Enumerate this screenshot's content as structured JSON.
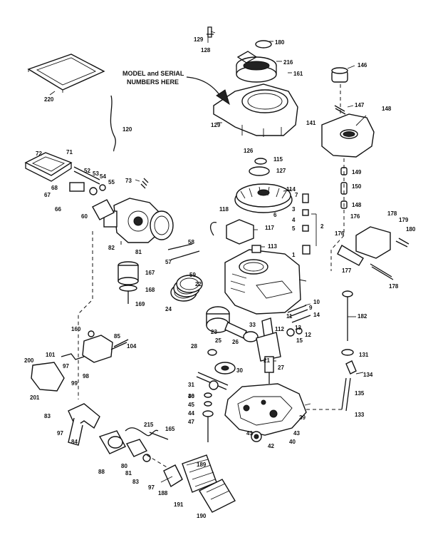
{
  "note": {
    "line1": "MODEL and SERIAL",
    "line2": "NUMBERS HERE"
  },
  "labels": [
    "129",
    "128",
    "180",
    "216",
    "161",
    "146",
    "220",
    "147",
    "148",
    "141",
    "120",
    "126",
    "129",
    "115",
    "72",
    "71",
    "127",
    "52",
    "53",
    "54",
    "55",
    "73",
    "114",
    "68",
    "67",
    "66",
    "60",
    "6",
    "118",
    "3",
    "7",
    "4",
    "5",
    "2",
    "176",
    "179",
    "178",
    "180",
    "149",
    "150",
    "148",
    "117",
    "113",
    "176",
    "177",
    "178",
    "82",
    "81",
    "58",
    "57",
    "1",
    "59",
    "167",
    "168",
    "169",
    "22",
    "24",
    "10",
    "14",
    "9",
    "11",
    "12",
    "13",
    "15",
    "182",
    "160",
    "85",
    "104",
    "23",
    "26",
    "25",
    "28",
    "30",
    "33",
    "112",
    "21",
    "27",
    "131",
    "200",
    "101",
    "97",
    "98",
    "99",
    "134",
    "201",
    "31",
    "30",
    "133",
    "46",
    "45",
    "44",
    "47",
    "39",
    "41",
    "40",
    "42",
    "43",
    "135",
    "97",
    "84",
    "83",
    "215",
    "165",
    "88",
    "80",
    "81",
    "83",
    "189",
    "97",
    "188",
    "191",
    "190"
  ]
}
